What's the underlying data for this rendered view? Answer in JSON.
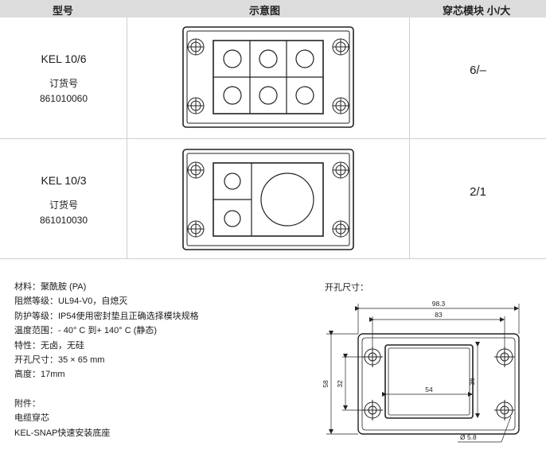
{
  "header": {
    "col_model": "型号",
    "col_diagram": "示意图",
    "col_size": "穿芯模块 小/大"
  },
  "rows": [
    {
      "model": "KEL 10/6",
      "order_label": "订货号",
      "order_number": "861010060",
      "modules": "6/–"
    },
    {
      "model": "KEL 10/3",
      "order_label": "订货号",
      "order_number": "861010030",
      "modules": "2/1"
    }
  ],
  "specs": [
    "材料：聚酰胺 (PA)",
    "阻燃等级：UL94-V0，自熄灭",
    "防护等级：IP54使用密封垫且正确选择模块规格",
    "温度范围：- 40°  C 到+ 140°  C (静态)",
    "特性：无卤，无硅",
    "开孔尺寸：35 × 65 mm",
    "高度：17mm"
  ],
  "accessories": {
    "title": "附件：",
    "items": [
      "电缆穿芯",
      "KEL-SNAP快速安装底座"
    ]
  },
  "cutout": {
    "title": "开孔尺寸：",
    "dims": {
      "overall_width": "98.3",
      "inner_width": "83",
      "opening_width": "54",
      "opening_height": "36",
      "overall_height": "58",
      "hole_spacing": "32",
      "hole_diameter": "Ø 5.8"
    }
  }
}
